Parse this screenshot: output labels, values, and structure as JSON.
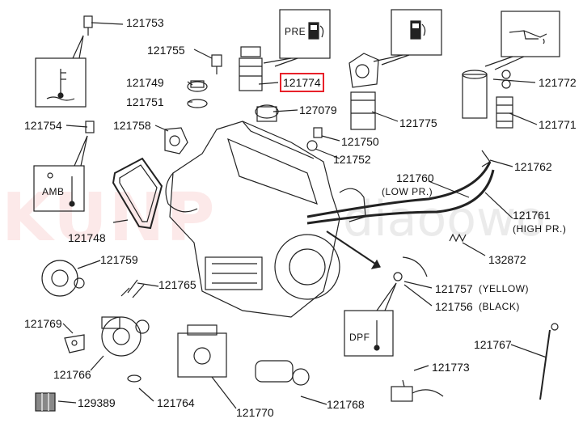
{
  "watermark": {
    "brand": "KUNP",
    "site": "diaoowo"
  },
  "parts": {
    "p121753": "121753",
    "p121755": "121755",
    "p121749": "121749",
    "p121751": "121751",
    "p121754": "121754",
    "p121758": "121758",
    "p121774": "121774",
    "p127079": "127079",
    "p121750": "121750",
    "p121752": "121752",
    "p121775": "121775",
    "p121772": "121772",
    "p121771": "121771",
    "p121762": "121762",
    "p121760": "121760",
    "p121761": "121761",
    "p121748": "121748",
    "p132872": "132872",
    "p121759": "121759",
    "p121765": "121765",
    "p121757": "121757",
    "p121756": "121756",
    "p121769": "121769",
    "p121767": "121767",
    "p121766": "121766",
    "p121773": "121773",
    "p129389": "129389",
    "p121764": "121764",
    "p121770": "121770",
    "p121768": "121768"
  },
  "notes": {
    "low_pr": "(LOW PR.)",
    "high_pr": "(HIGH PR.)",
    "yellow": "(YELLOW)",
    "black": "(BLACK)"
  },
  "icons": {
    "pre_text": "PRE",
    "amb_text": "AMB",
    "dpf_text": "DPF",
    "highlight_color": "#e8212a"
  }
}
